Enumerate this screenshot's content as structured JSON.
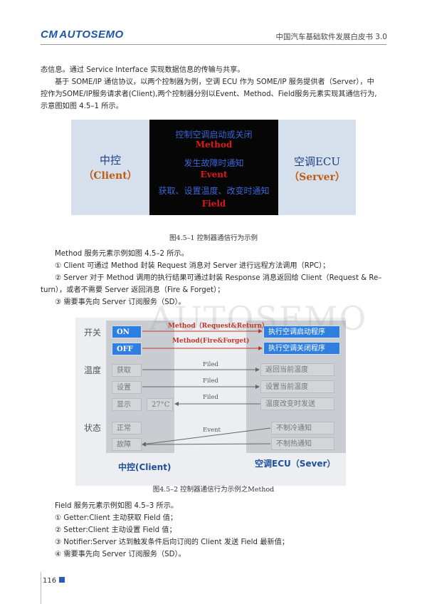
{
  "header": {
    "logo_prefix": "CM",
    "logo_text": "AUTOSEMO",
    "title": "中国汽车基础软件发展白皮书 3.0"
  },
  "paragraphs": {
    "p1_line1": "态信息。通过 Service Interface 实现数据信息的传输与共享。",
    "p2_line1": "基于 SOME/IP 通信协议，以两个控制器为例，空调 ECU 作为 SOME/IP 服务提供者（Server），中",
    "p2_line2": "控作为SOME/IP服务请求者(Client),两个控制器分别以Event、Method、Field服务元素实现其通信行为,",
    "p2_line3": "示意图如图 4.5–1 所示。"
  },
  "figure1": {
    "left_main": "中控",
    "left_sub": "（Client）",
    "right_main": "空调ECU",
    "right_sub": "（Server）",
    "row1": "控制空调启动或关闭",
    "row1_type": "Method",
    "row2": "发生故障时通知",
    "row2_type": "Event",
    "row3": "获取、设置温度、改变时通知",
    "row3_type": "Field",
    "caption": "图4.5–1 控制器通信行为示例"
  },
  "method_section": {
    "intro": "Method 服务元素示例如图 4.5–2 所示。",
    "item1": "① Client 可通过 Method 封装 Request 消息对 Server 进行远程方法调用（RPC）；",
    "item2_line1": "② Server 对于 Method 调用的执行结果可通过封装 Response 消息返回给 Client（Request & Re–",
    "item2_line2": "turn），或者不需要 Server 返回消息（Fire & Forget）；",
    "item3": "③ 需要事先向 Server 订阅服务（SD）。"
  },
  "watermark": "AUTOSEMO",
  "figure2": {
    "group_switch": "开关",
    "group_temp": "温度",
    "group_status": "状态",
    "btn_on": "ON",
    "btn_off": "OFF",
    "btn_get": "获取",
    "btn_set": "设置",
    "btn_show": "显示",
    "temp_value": "27°C",
    "btn_normal": "正常",
    "btn_fault": "故障",
    "srv_start": "执行空调启动程序",
    "srv_stop": "执行空调关闭程序",
    "srv_return_temp": "返回当前温度",
    "srv_set_temp": "设置当前温度",
    "srv_temp_change": "温度改变时发送",
    "srv_no_cool": "不制冷通知",
    "srv_no_heat": "不制热通知",
    "arrow_method_rr": "Method（Request&Return）",
    "arrow_method_ff": "Method(Fire&Forget)",
    "arrow_filed1": "Filed",
    "arrow_filed2": "Filed",
    "arrow_filed3": "Filed",
    "arrow_event": "Event",
    "client_label": "中控(Client)",
    "server_label": "空调ECU（Sever）",
    "caption": "图4.5–2 控制器通信行为示例之Method"
  },
  "field_section": {
    "intro": "Field 服务元素示例如图 4.5–3 所示。",
    "item1": "① Getter:Client 主动获取 Field 值；",
    "item2": "② Setter:Client 主动设置 Field 值；",
    "item3": "③ Notifier:Server 达到触发条件后向订阅的 Client 发送 Field 最新值；",
    "item4": "④ 需要事先向 Server 订阅服务（SD）。"
  },
  "footer": {
    "page_number": "116"
  },
  "colors": {
    "brand_blue": "#1d56a6",
    "button_blue": "#2f7fe0",
    "method_red": "#e01818"
  }
}
